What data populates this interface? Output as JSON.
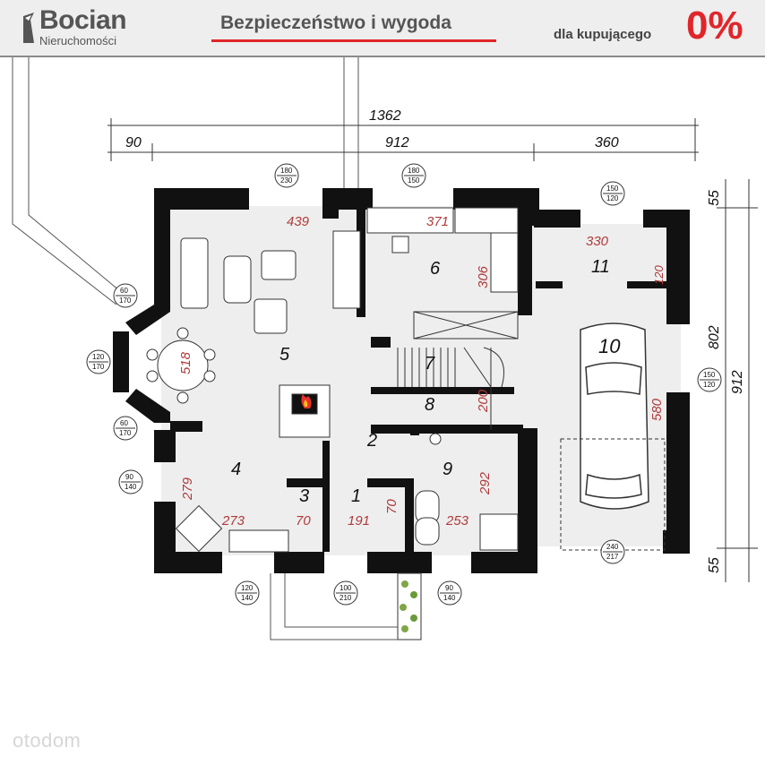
{
  "header": {
    "brand": "Bocian",
    "brand_sub": "Nieruchomości",
    "slogan": "Bezpieczeństwo i wygoda",
    "promo_label": "dla kupującego",
    "promo_value": "0%",
    "accent_color": "#e0262a"
  },
  "plan": {
    "external_dims": {
      "total_width": "1362",
      "left_offset": "90",
      "house_width": "912",
      "garage_width": "360",
      "right_height": "802",
      "right_total": "912",
      "top_margin": "55",
      "bottom_margin": "55"
    },
    "rooms": [
      "1",
      "2",
      "3",
      "4",
      "5",
      "6",
      "7",
      "8",
      "9",
      "10",
      "11"
    ],
    "inner_dims": {
      "d439": "439",
      "d371": "371",
      "d306": "306",
      "d330": "330",
      "d120": "120",
      "d518": "518",
      "d580": "580",
      "d200": "200",
      "d292": "292",
      "d279": "279",
      "d273": "273",
      "d70a": "70",
      "d191": "191",
      "d70b": "70",
      "d253": "253"
    },
    "windows": {
      "w_top_left": [
        "180",
        "230"
      ],
      "w_top_mid": [
        "180",
        "150"
      ],
      "w_garage_top": [
        "150",
        "120"
      ],
      "w_left_upper": [
        "60",
        "170"
      ],
      "w_left_mid": [
        "120",
        "170"
      ],
      "w_left_lower": [
        "60",
        "170"
      ],
      "w_kitchen_left": [
        "90",
        "140"
      ],
      "w_kitchen_bottom": [
        "120",
        "140"
      ],
      "w_entry": [
        "100",
        "210"
      ],
      "w_bath": [
        "90",
        "140"
      ],
      "w_garage_right": [
        "150",
        "120"
      ],
      "w_garage_door": [
        "240",
        "217"
      ]
    }
  },
  "watermark": "otodom"
}
